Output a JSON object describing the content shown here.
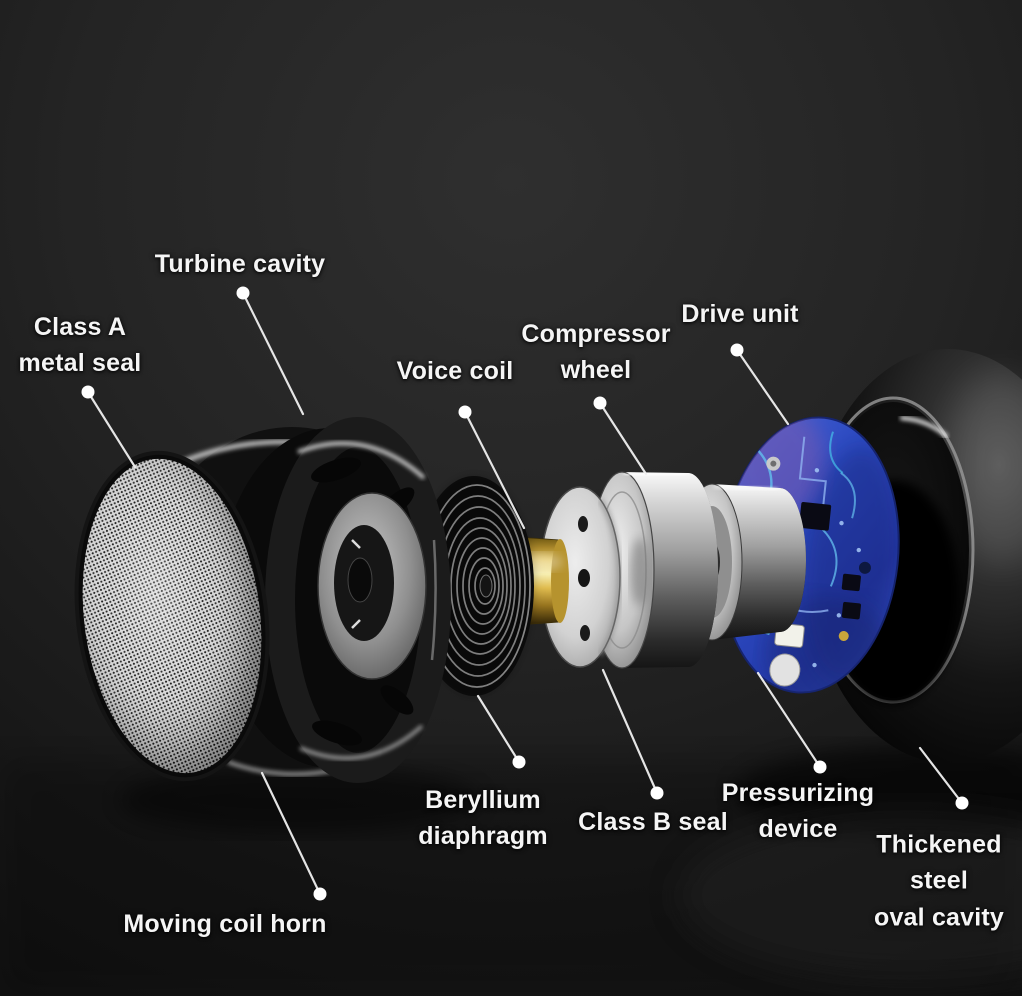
{
  "diagram": {
    "title_present": false,
    "labels": [
      {
        "id": "turbine-cavity",
        "lines": [
          "Turbine cavity"
        ]
      },
      {
        "id": "class-a-metal-seal",
        "lines": [
          "Class A",
          "metal seal"
        ]
      },
      {
        "id": "voice-coil",
        "lines": [
          "Voice coil"
        ]
      },
      {
        "id": "compressor-wheel",
        "lines": [
          "Compressor",
          "wheel"
        ]
      },
      {
        "id": "drive-unit",
        "lines": [
          "Drive unit"
        ]
      },
      {
        "id": "beryllium-diaphragm",
        "lines": [
          "Beryllium",
          "diaphragm"
        ]
      },
      {
        "id": "class-b-seal",
        "lines": [
          "Class B seal"
        ]
      },
      {
        "id": "pressurizing-device",
        "lines": [
          "Pressurizing",
          "device"
        ]
      },
      {
        "id": "thickened-steel-oval-cavity",
        "lines": [
          "Thickened",
          "steel",
          "oval cavity"
        ]
      },
      {
        "id": "moving-coil-horn",
        "lines": [
          "Moving coil horn"
        ]
      }
    ],
    "colors": {
      "label_text": "#f5f5f5",
      "leader_line": "#f0f0f0",
      "background_center": "#2e2e2e",
      "background_edge": "#141414",
      "pcb_blue": "#2f55c8",
      "pcb_trace_cyan": "#62b8ea",
      "voice_coil_gold": "#e3c45a",
      "metal_silver": "#d5d5d5",
      "shell_black": "#0a0a0a",
      "mesh_grey": "#d9d9d9"
    }
  }
}
